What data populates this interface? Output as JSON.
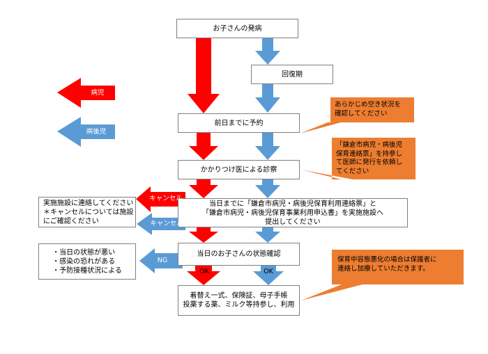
{
  "colors": {
    "red": "#ff0000",
    "blue": "#5b9bd5",
    "orange": "#ed7d31",
    "box_border": "#7f7f7f"
  },
  "legend": {
    "red_label": "病児",
    "blue_label": "病後児"
  },
  "steps": {
    "onset": "お子さんの発病",
    "recovery": "回復期",
    "reserve": "前日までに予約",
    "exam": "かかりつけ医による診察",
    "submit": "当日までに「鎌倉市病児・病後児保育利用連絡票」と\n「鎌倉市病児・病後児保育事業利用申込書」を実施施設へ\n提出してください",
    "check": "当日のお子さんの状態確認",
    "bring": "着替え一式、保険証、母子手帳\n投薬する薬、ミルク等持参し、利用"
  },
  "side": {
    "cancel_box": "実施施設に連絡してください\n＊キャンセルについては施設\nにご確認ください",
    "ng_box": "・当日の状態が悪い\n・感染の恐れがある\n・予防接種状況による",
    "cancel_red": "キャンセル",
    "cancel_blue": "キャンセル",
    "ng": "NG",
    "ok_red": "OK",
    "ok_blue": "OK"
  },
  "callouts": {
    "vacancy": "あらかじめ空き状況を\n確認してください",
    "form": "「鎌倉市病児・病後児\n保育連絡票」を持参し\nて医師に発行を依頼し\nてください",
    "worsen": "保育中容態悪化の場合は保護者に\n連絡し加療していただきます。"
  }
}
